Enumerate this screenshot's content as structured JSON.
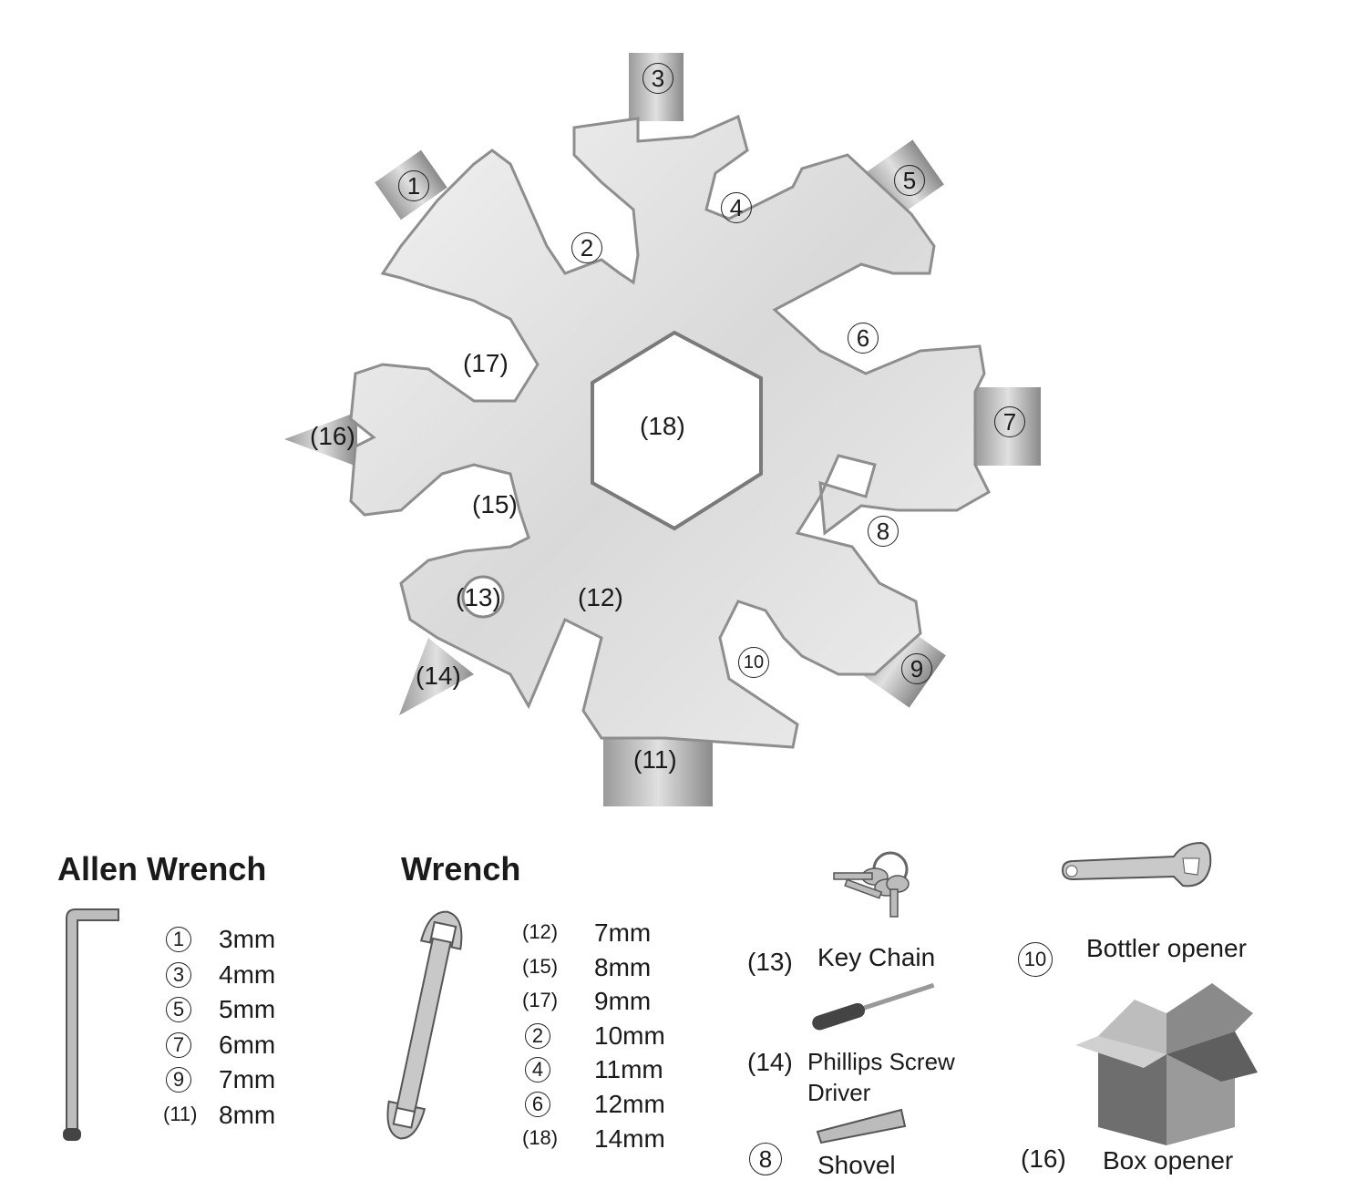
{
  "tool_labels": {
    "n1": "1",
    "n2": "2",
    "n3": "3",
    "n4": "4",
    "n5": "5",
    "n6": "6",
    "n7": "7",
    "n8": "8",
    "n9": "9",
    "n10": "10",
    "n11": "(11)",
    "n12": "(12)",
    "n13": "(13)",
    "n14": "(14)",
    "n15": "(15)",
    "n16": "(16)",
    "n17": "(17)",
    "n18": "(18)"
  },
  "allen": {
    "title": "Allen Wrench",
    "items": [
      {
        "key": "1",
        "value": "3mm"
      },
      {
        "key": "3",
        "value": "4mm"
      },
      {
        "key": "5",
        "value": "5mm"
      },
      {
        "key": "7",
        "value": "6mm"
      },
      {
        "key": "9",
        "value": "7mm"
      },
      {
        "key": "(11)",
        "value": "8mm"
      }
    ]
  },
  "wrench": {
    "title": "Wrench",
    "items": [
      {
        "key": "(12)",
        "value": "7mm"
      },
      {
        "key": "(15)",
        "value": "8mm"
      },
      {
        "key": "(17)",
        "value": "9mm"
      },
      {
        "key": "2",
        "value": "10mm"
      },
      {
        "key": "4",
        "value": "11mm"
      },
      {
        "key": "6",
        "value": "12mm"
      },
      {
        "key": "(18)",
        "value": "14mm"
      }
    ]
  },
  "accessories": {
    "keychain": {
      "key": "(13)",
      "label": "Key Chain"
    },
    "bottle": {
      "key": "10",
      "label": "Bottler opener"
    },
    "screwdriver": {
      "key": "(14)",
      "label": "Phillips Screw",
      "label2": "Driver"
    },
    "shovel": {
      "key": "8",
      "label": "Shovel"
    },
    "box": {
      "key": "(16)",
      "label": "Box opener"
    }
  }
}
